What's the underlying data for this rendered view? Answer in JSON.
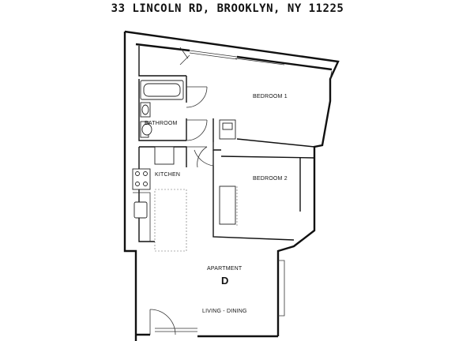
{
  "header": {
    "address": "33 LINCOLN RD, BROOKLYN, NY 11225"
  },
  "rooms": {
    "bedroom1": "BEDROOM 1",
    "bedroom2": "BEDROOM 2",
    "bathroom": "BATHROOM",
    "kitchen": "KITCHEN",
    "apartment": "APARTMENT",
    "unit": "D",
    "living": "LIVING - DINING"
  }
}
